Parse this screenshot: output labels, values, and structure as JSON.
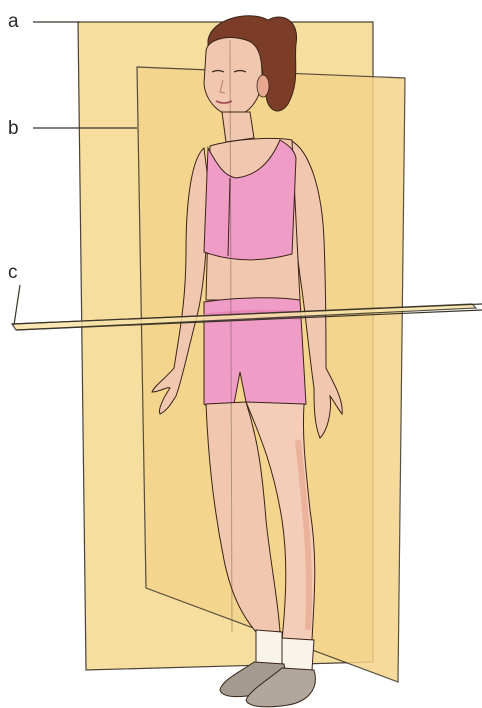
{
  "labels": {
    "a": "a",
    "b": "b",
    "c": "c"
  },
  "colors": {
    "plane_fill": "#f6dc97",
    "plane_edge": "#3a3328",
    "skin": "#f2c7b0",
    "skin_shade": "#e7a88f",
    "outfit": "#ef9cc6",
    "outfit_dark": "#e178ad",
    "hair": "#7b3d27",
    "sock": "#f8f4ea",
    "shoe": "#a39b90"
  }
}
